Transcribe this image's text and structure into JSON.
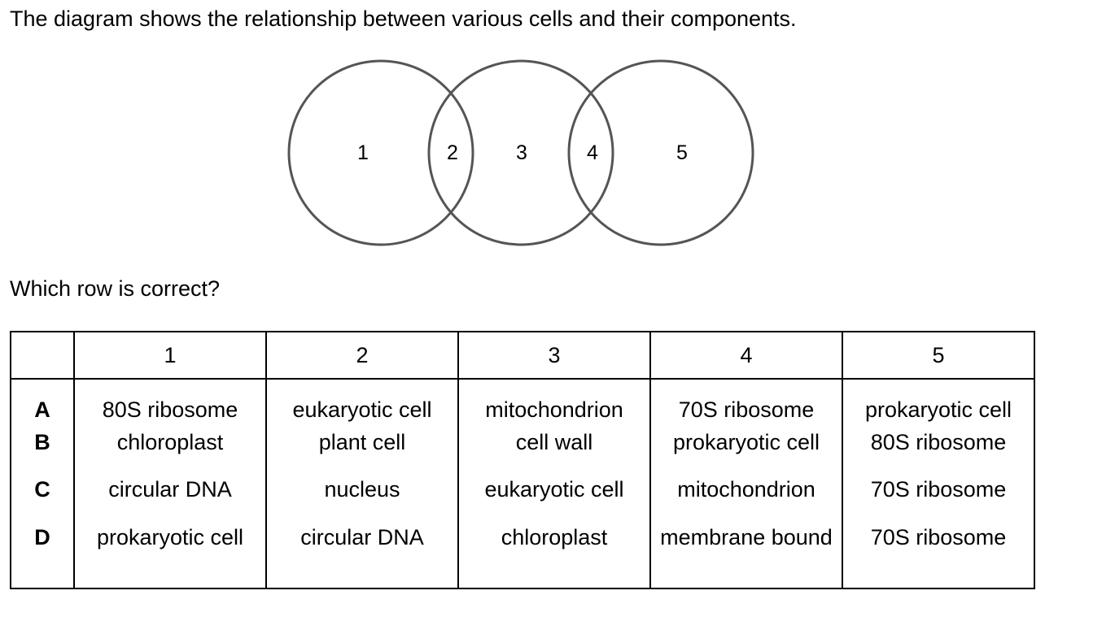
{
  "intro": "The diagram shows the relationship between various cells and their components.",
  "venn": {
    "region_labels": [
      "1",
      "2",
      "3",
      "4",
      "5"
    ]
  },
  "question": "Which row is correct?",
  "table": {
    "headers": [
      "",
      "1",
      "2",
      "3",
      "4",
      "5"
    ],
    "rows": [
      {
        "letter": "A",
        "cells": [
          "80S ribosome",
          "eukaryotic cell",
          "mitochondrion",
          "70S ribosome",
          "prokaryotic cell"
        ]
      },
      {
        "letter": "B",
        "cells": [
          "chloroplast",
          "plant cell",
          "cell wall",
          "prokaryotic cell",
          "80S ribosome"
        ]
      },
      {
        "letter": "C",
        "cells": [
          "circular DNA",
          "nucleus",
          "eukaryotic cell",
          "mitochondrion",
          "70S ribosome"
        ]
      },
      {
        "letter": "D",
        "cells": [
          "prokaryotic cell",
          "circular DNA",
          "chloroplast",
          "membrane bound",
          "70S ribosome"
        ]
      }
    ]
  }
}
